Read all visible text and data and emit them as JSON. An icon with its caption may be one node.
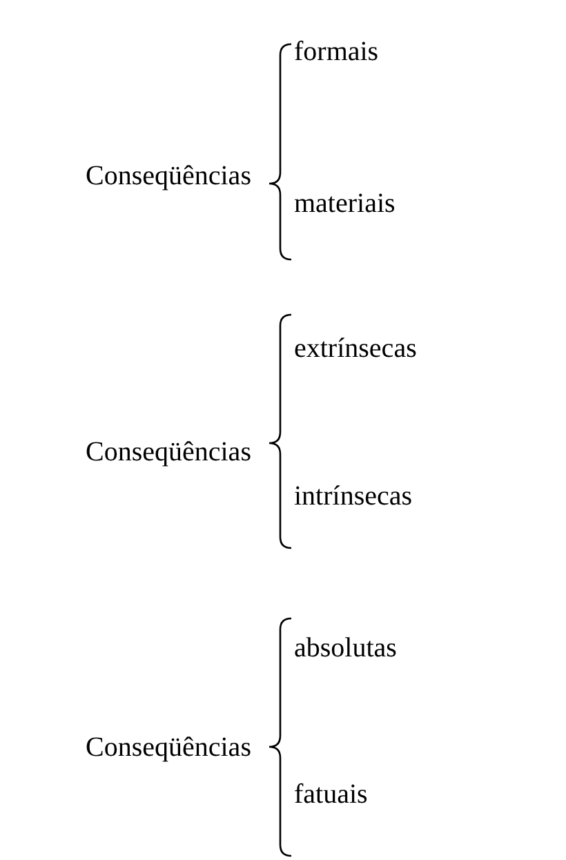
{
  "diagram": {
    "labels": [
      "Conseqüências",
      "formais",
      "materiais",
      "Conseqüências",
      "extrínsecas",
      "intrínsecas",
      "Conseqüências",
      "absolutas",
      "fatuais"
    ]
  }
}
